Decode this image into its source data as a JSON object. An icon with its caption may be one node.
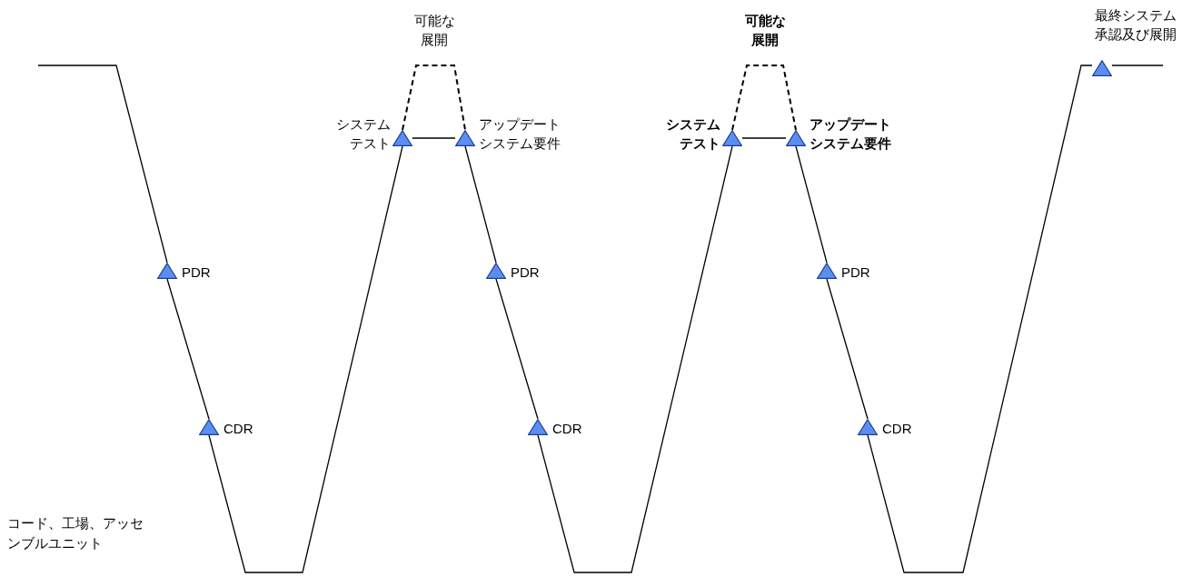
{
  "diagram": {
    "nodes": [
      {
        "text": [],
        "shape": "triangle",
        "beside": [
          "PDR"
        ]
      },
      {
        "text": [],
        "shape": "triangle",
        "beside": [
          "CDR"
        ]
      },
      {
        "text": [],
        "shape": "triangle",
        "beside": [
          "システムテスト"
        ]
      },
      {
        "text": [],
        "shape": "triangle",
        "beside": [
          "アップデートシステム要件"
        ]
      },
      {
        "text": [],
        "shape": "triangle",
        "beside": [
          "PDR"
        ]
      },
      {
        "text": [],
        "shape": "triangle",
        "beside": [
          "CDR"
        ]
      },
      {
        "text": [],
        "shape": "triangle",
        "beside": [
          "システムテスト"
        ]
      },
      {
        "text": [],
        "shape": "triangle",
        "beside": [
          "アップデートシステム要件"
        ]
      },
      {
        "text": [],
        "shape": "triangle",
        "beside": [
          "PDR"
        ]
      },
      {
        "text": [],
        "shape": "triangle",
        "beside": [
          "CDR"
        ]
      },
      {
        "text": [],
        "shape": "triangle",
        "beside": [
          "最終システム承認及び展開"
        ]
      }
    ],
    "edges": [
      {
        "from": null,
        "to": 0,
        "arrow": "none"
      },
      {
        "from": 0,
        "to": 1,
        "arrow": "none"
      },
      {
        "from": 1,
        "to": 2,
        "arrow": "none"
      },
      {
        "from": 2,
        "to": 3,
        "arrow": "none"
      },
      {
        "from": 2,
        "to": 3,
        "arrow": "none",
        "style": "dashed",
        "label": "可能な展開"
      },
      {
        "from": 3,
        "to": 4,
        "arrow": "none"
      },
      {
        "from": 4,
        "to": 5,
        "arrow": "none"
      },
      {
        "from": 5,
        "to": 6,
        "arrow": "none"
      },
      {
        "from": 6,
        "to": 7,
        "arrow": "none"
      },
      {
        "from": 6,
        "to": 7,
        "arrow": "none",
        "style": "dashed",
        "label": "可能な展開"
      },
      {
        "from": 7,
        "to": 8,
        "arrow": "none"
      },
      {
        "from": 8,
        "to": 9,
        "arrow": "none"
      },
      {
        "from": 9,
        "to": 10,
        "arrow": "none"
      },
      {
        "from": 10,
        "to": null,
        "arrow": "none"
      }
    ],
    "labels": [
      "コード、工場、アッセンブルユニット"
    ]
  }
}
